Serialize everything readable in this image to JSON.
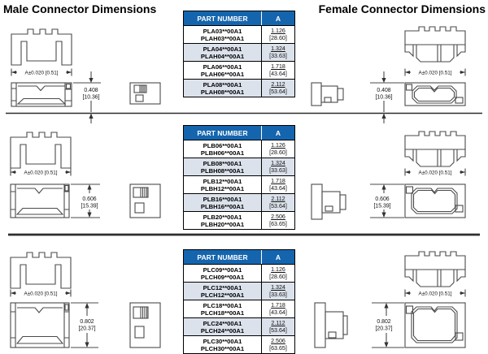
{
  "titles": {
    "male": "Male Connector Dimensions",
    "female": "Female Connector Dimensions"
  },
  "dims": {
    "a_label": "A±0.020 [0.51]"
  },
  "table_headers": {
    "part": "PART NUMBER",
    "a": "A"
  },
  "colors": {
    "table_header_bg": "#1565ae",
    "table_header_text": "#ffffff",
    "row_alt_bg": "#dbe2eb",
    "drawing_line": "#4a4a4a"
  },
  "sections": [
    {
      "height_in": "0.408",
      "height_mm": "[10.36]",
      "rows": [
        {
          "p1": "PLA03**00A1",
          "p2": "PLAH03**00A1",
          "a_in": "1.126",
          "a_mm": "[28.60]"
        },
        {
          "p1": "PLA04**00A1",
          "p2": "PLAH04**00A1",
          "a_in": "1.324",
          "a_mm": "[33.63]"
        },
        {
          "p1": "PLA06**00A1",
          "p2": "PLAH06**00A1",
          "a_in": "1.718",
          "a_mm": "[43.64]"
        },
        {
          "p1": "PLA08**00A1",
          "p2": "PLAH08**00A1",
          "a_in": "2.112",
          "a_mm": "[53.64]"
        }
      ]
    },
    {
      "height_in": "0.606",
      "height_mm": "[15.39]",
      "rows": [
        {
          "p1": "PLB06**00A1",
          "p2": "PLBH06**00A1",
          "a_in": "1.126",
          "a_mm": "[28.60]"
        },
        {
          "p1": "PLB08**00A1",
          "p2": "PLBH08**00A1",
          "a_in": "1.324",
          "a_mm": "[33.63]"
        },
        {
          "p1": "PLB12**00A1",
          "p2": "PLBH12**00A1",
          "a_in": "1.718",
          "a_mm": "[43.64]"
        },
        {
          "p1": "PLB16**00A1",
          "p2": "PLBH16**00A1",
          "a_in": "2.112",
          "a_mm": "[53.64]"
        },
        {
          "p1": "PLB20**00A1",
          "p2": "PLBH20**00A1",
          "a_in": "2.506",
          "a_mm": "[63.65]"
        }
      ]
    },
    {
      "height_in": "0.802",
      "height_mm": "[20.37]",
      "rows": [
        {
          "p1": "PLC09**00A1",
          "p2": "PLCH09**00A1",
          "a_in": "1.126",
          "a_mm": "[28.60]"
        },
        {
          "p1": "PLC12**00A1",
          "p2": "PLCH12**00A1",
          "a_in": "1.324",
          "a_mm": "[33.63]"
        },
        {
          "p1": "PLC18**00A1",
          "p2": "PLCH18**00A1",
          "a_in": "1.718",
          "a_mm": "[43.64]"
        },
        {
          "p1": "PLC24**00A1",
          "p2": "PLCH24**00A1",
          "a_in": "2.112",
          "a_mm": "[53.64]"
        },
        {
          "p1": "PLC30**00A1",
          "p2": "PLCH30**00A1",
          "a_in": "2.506",
          "a_mm": "[63.65]"
        }
      ]
    }
  ]
}
